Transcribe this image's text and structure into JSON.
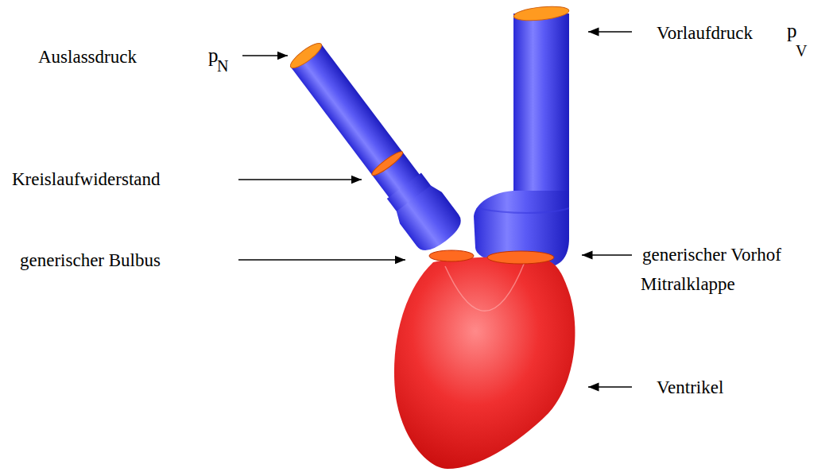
{
  "diagram": {
    "labels": [
      "Auslassdruck",
      "p",
      "N",
      "Vorlaufdruck",
      "p",
      "V",
      "Kreislaufwiderstand",
      "generischer Bulbus",
      "generischer Vorhof",
      "Mitralklappe",
      "Ventrikel"
    ]
  }
}
